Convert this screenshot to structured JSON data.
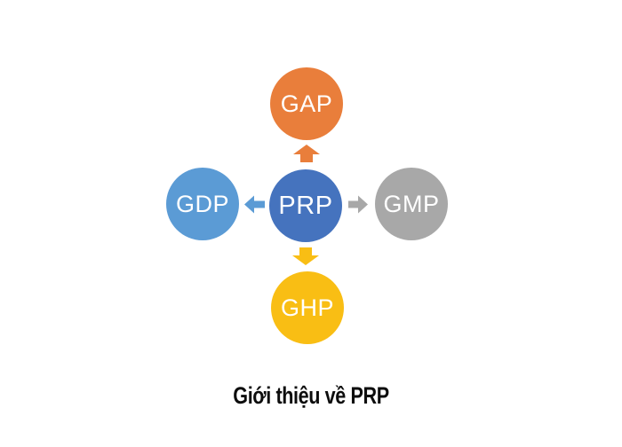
{
  "diagram": {
    "center": {
      "label": "PRP",
      "color": "#4573BE"
    },
    "nodes": [
      {
        "id": "gap",
        "label": "GAP",
        "position": "top",
        "color": "#E97E3B"
      },
      {
        "id": "gdp",
        "label": "GDP",
        "position": "left",
        "color": "#5B9BD5"
      },
      {
        "id": "gmp",
        "label": "GMP",
        "position": "right",
        "color": "#A8A8A8"
      },
      {
        "id": "ghp",
        "label": "GHP",
        "position": "bottom",
        "color": "#F9BE14"
      }
    ],
    "arrows": [
      {
        "direction": "up",
        "color": "#E97E3B"
      },
      {
        "direction": "left",
        "color": "#5B9BD5"
      },
      {
        "direction": "right",
        "color": "#A8A8A8"
      },
      {
        "direction": "down",
        "color": "#F9BE14"
      }
    ],
    "label_text_color": "#ffffff"
  },
  "caption": "Giới thiệu về PRP"
}
